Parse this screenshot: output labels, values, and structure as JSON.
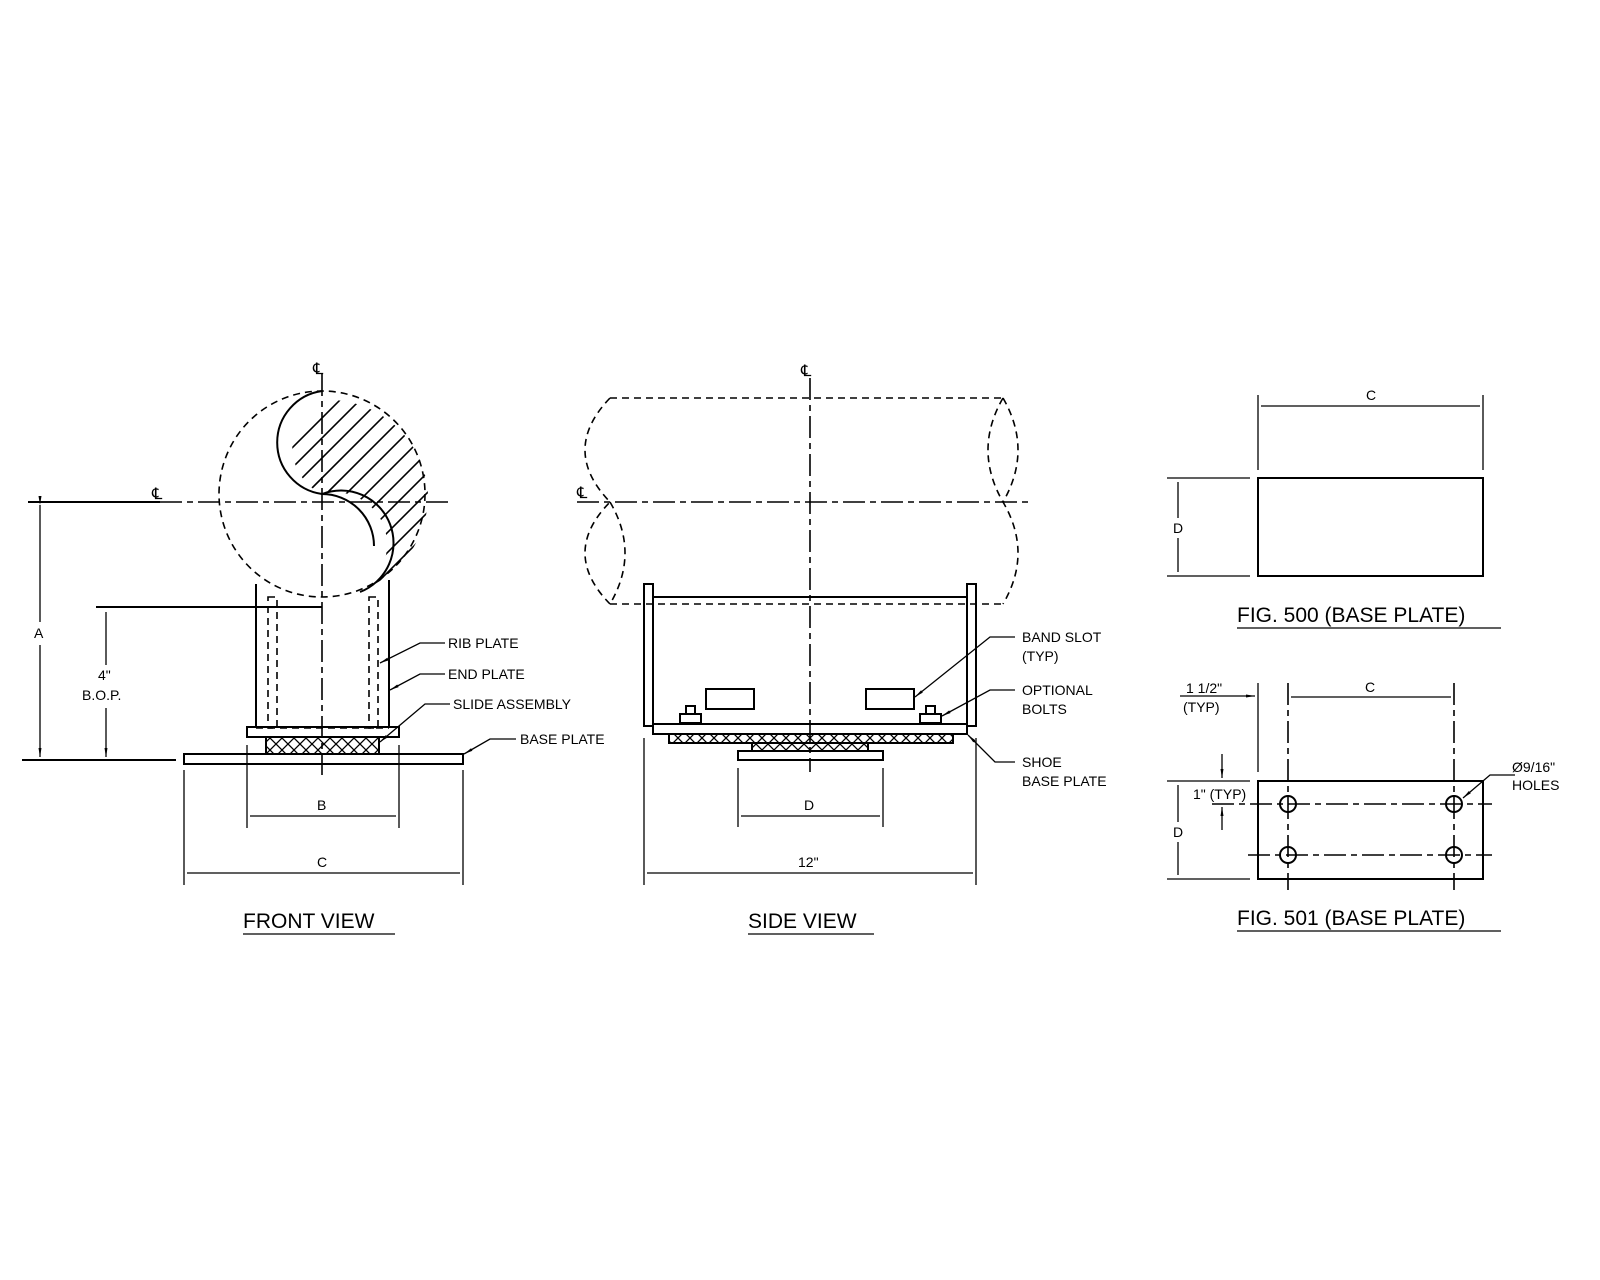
{
  "drawing": {
    "centerline_symbol": "℄",
    "front_view": {
      "title": "FRONT VIEW",
      "callouts": [
        "RIB PLATE",
        "END PLATE",
        "SLIDE ASSEMBLY",
        "BASE PLATE"
      ],
      "dimensions": {
        "a": "A",
        "bop_value": "4\"",
        "bop_label": "B.O.P.",
        "b": "B",
        "c": "C"
      }
    },
    "side_view": {
      "title": "SIDE VIEW",
      "callouts": {
        "band_slot_line1": "BAND SLOT",
        "band_slot_line2": "(TYP)",
        "optional_bolts_line1": "OPTIONAL",
        "optional_bolts_line2": "BOLTS",
        "shoe_base_plate_line1": "SHOE",
        "shoe_base_plate_line2": "BASE PLATE"
      },
      "dimensions": {
        "d": "D",
        "length": "12\""
      }
    },
    "fig500": {
      "title": "FIG. 500 (BASE PLATE)",
      "dimensions": {
        "c": "C",
        "d": "D"
      }
    },
    "fig501": {
      "title": "FIG. 501 (BASE PLATE)",
      "dimensions": {
        "edge_horizontal_line1": "1 1/2\"",
        "edge_horizontal_line2": "(TYP)",
        "edge_vertical": "1\" (TYP)",
        "c": "C",
        "d": "D",
        "holes_line1": "Ø9/16\"",
        "holes_line2": "HOLES"
      }
    }
  }
}
